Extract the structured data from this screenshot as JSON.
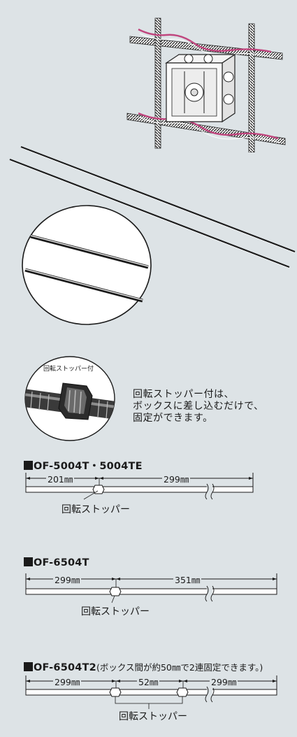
{
  "colors": {
    "background": "#dde3e6",
    "ink": "#1a1a1a",
    "wire": "#c0467e"
  },
  "illustrations": {
    "box": "junction-box-in-rebar",
    "rod": "fixing-rod",
    "closeup": "rod-closeup-circle",
    "stopper": "rotating-stopper-closeup"
  },
  "stopper_badge": "回転ストッパー付",
  "stopper_caption": [
    "回転ストッパー付は、",
    "ボックスに差し込むだけで、",
    "固定ができます。"
  ],
  "sections": [
    {
      "model": "OF-5004T・5004TE",
      "note": "",
      "dims": [
        "201㎜",
        "299㎜"
      ],
      "stopper_label": "回転ストッパー"
    },
    {
      "model": "OF-6504T",
      "note": "",
      "dims": [
        "299㎜",
        "351㎜"
      ],
      "stopper_label": "回転ストッパー"
    },
    {
      "model": "OF-6504T2",
      "note": "(ボックス間が約50㎜で2連固定できます。)",
      "dims": [
        "299㎜",
        "52㎜",
        "299㎜"
      ],
      "stopper_label": "回転ストッパー"
    }
  ]
}
